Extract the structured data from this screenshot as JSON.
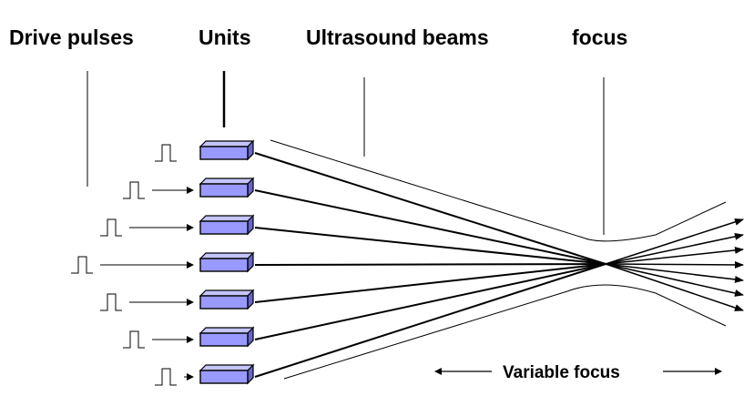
{
  "headers": {
    "drive_pulses": "Drive pulses",
    "units": "Units",
    "ultrasound_beams": "Ultrasound beams",
    "focus": "focus"
  },
  "variable_focus_label": "Variable focus",
  "transducer_count": 7,
  "colors": {
    "unit_fill": "#9999ff",
    "line": "#000000"
  }
}
